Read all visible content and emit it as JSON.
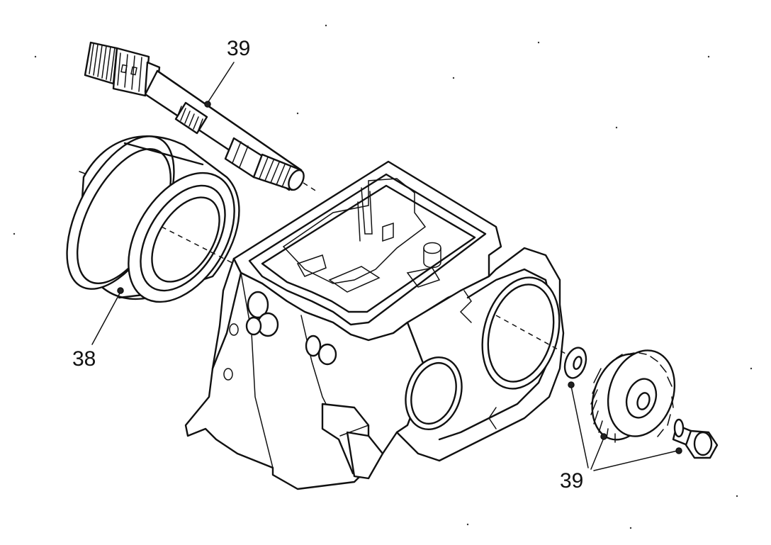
{
  "callouts": {
    "shaft_label": "39",
    "bearing_label": "38",
    "gear_parts_label": "39"
  },
  "colors": {
    "ink": "#111111",
    "paper": "#ffffff"
  }
}
